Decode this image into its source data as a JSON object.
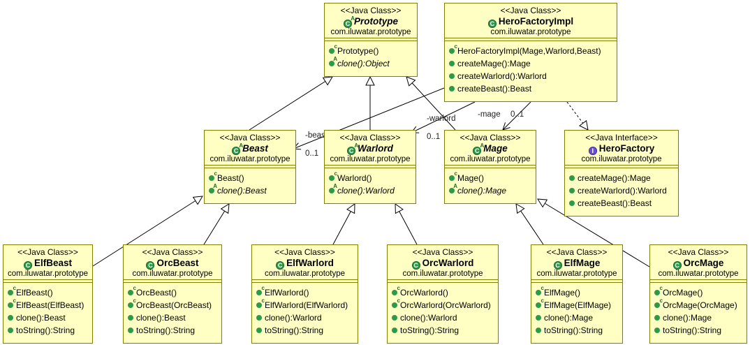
{
  "classes": {
    "prototype": {
      "stereotype": "<<Java Class>>",
      "name": "Prototype",
      "package": "com.iluwatar.prototype",
      "abstract": true,
      "icon": "class-icon",
      "members": [
        {
          "text": "Prototype()",
          "marker": "constructor-icon",
          "italic": false
        },
        {
          "text": "clone():Object",
          "marker": "abstract-method-icon",
          "italic": true
        }
      ]
    },
    "heroFactoryImpl": {
      "stereotype": "<<Java Class>>",
      "name": "HeroFactoryImpl",
      "package": "com.iluwatar.prototype",
      "abstract": false,
      "icon": "class-icon",
      "members": [
        {
          "text": "HeroFactoryImpl(Mage,Warlord,Beast)",
          "marker": "constructor-icon",
          "italic": false
        },
        {
          "text": "createMage():Mage",
          "marker": "method-icon",
          "italic": false
        },
        {
          "text": "createWarlord():Warlord",
          "marker": "method-icon",
          "italic": false
        },
        {
          "text": "createBeast():Beast",
          "marker": "method-icon",
          "italic": false
        }
      ]
    },
    "beast": {
      "stereotype": "<<Java Class>>",
      "name": "Beast",
      "package": "com.iluwatar.prototype",
      "abstract": true,
      "icon": "class-icon",
      "members": [
        {
          "text": "Beast()",
          "marker": "constructor-icon",
          "italic": false
        },
        {
          "text": "clone():Beast",
          "marker": "abstract-method-icon",
          "italic": true
        }
      ]
    },
    "warlord": {
      "stereotype": "<<Java Class>>",
      "name": "Warlord",
      "package": "com.iluwatar.prototype",
      "abstract": true,
      "icon": "class-icon",
      "members": [
        {
          "text": "Warlord()",
          "marker": "constructor-icon",
          "italic": false
        },
        {
          "text": "clone():Warlord",
          "marker": "abstract-method-icon",
          "italic": true
        }
      ]
    },
    "mage": {
      "stereotype": "<<Java Class>>",
      "name": "Mage",
      "package": "com.iluwatar.prototype",
      "abstract": true,
      "icon": "class-icon",
      "members": [
        {
          "text": "Mage()",
          "marker": "constructor-icon",
          "italic": false
        },
        {
          "text": "clone():Mage",
          "marker": "abstract-method-icon",
          "italic": true
        }
      ]
    },
    "heroFactory": {
      "stereotype": "<<Java Interface>>",
      "name": "HeroFactory",
      "package": "com.iluwatar.prototype",
      "abstract": false,
      "icon": "interface-icon",
      "members": [
        {
          "text": "createMage():Mage",
          "marker": "method-icon",
          "italic": false
        },
        {
          "text": "createWarlord():Warlord",
          "marker": "method-icon",
          "italic": false
        },
        {
          "text": "createBeast():Beast",
          "marker": "method-icon",
          "italic": false
        }
      ]
    },
    "elfBeast": {
      "stereotype": "<<Java Class>>",
      "name": "ElfBeast",
      "package": "com.iluwatar.prototype",
      "abstract": false,
      "icon": "class-icon",
      "members": [
        {
          "text": "ElfBeast()",
          "marker": "constructor-icon",
          "italic": false
        },
        {
          "text": "ElfBeast(ElfBeast)",
          "marker": "constructor-icon",
          "italic": false
        },
        {
          "text": "clone():Beast",
          "marker": "method-icon",
          "italic": false
        },
        {
          "text": "toString():String",
          "marker": "method-icon",
          "italic": false
        }
      ]
    },
    "orcBeast": {
      "stereotype": "<<Java Class>>",
      "name": "OrcBeast",
      "package": "com.iluwatar.prototype",
      "abstract": false,
      "icon": "class-icon",
      "members": [
        {
          "text": "OrcBeast()",
          "marker": "constructor-icon",
          "italic": false
        },
        {
          "text": "OrcBeast(OrcBeast)",
          "marker": "constructor-icon",
          "italic": false
        },
        {
          "text": "clone():Beast",
          "marker": "method-icon",
          "italic": false
        },
        {
          "text": "toString():String",
          "marker": "method-icon",
          "italic": false
        }
      ]
    },
    "elfWarlord": {
      "stereotype": "<<Java Class>>",
      "name": "ElfWarlord",
      "package": "com.iluwatar.prototype",
      "abstract": false,
      "icon": "class-icon",
      "members": [
        {
          "text": "ElfWarlord()",
          "marker": "constructor-icon",
          "italic": false
        },
        {
          "text": "ElfWarlord(ElfWarlord)",
          "marker": "constructor-icon",
          "italic": false
        },
        {
          "text": "clone():Warlord",
          "marker": "method-icon",
          "italic": false
        },
        {
          "text": "toString():String",
          "marker": "method-icon",
          "italic": false
        }
      ]
    },
    "orcWarlord": {
      "stereotype": "<<Java Class>>",
      "name": "OrcWarlord",
      "package": "com.iluwatar.prototype",
      "abstract": false,
      "icon": "class-icon",
      "members": [
        {
          "text": "OrcWarlord()",
          "marker": "constructor-icon",
          "italic": false
        },
        {
          "text": "OrcWarlord(OrcWarlord)",
          "marker": "constructor-icon",
          "italic": false
        },
        {
          "text": "clone():Warlord",
          "marker": "method-icon",
          "italic": false
        },
        {
          "text": "toString():String",
          "marker": "method-icon",
          "italic": false
        }
      ]
    },
    "elfMage": {
      "stereotype": "<<Java Class>>",
      "name": "ElfMage",
      "package": "com.iluwatar.prototype",
      "abstract": false,
      "icon": "class-icon",
      "members": [
        {
          "text": "ElfMage()",
          "marker": "constructor-icon",
          "italic": false
        },
        {
          "text": "ElfMage(ElfMage)",
          "marker": "constructor-icon",
          "italic": false
        },
        {
          "text": "clone():Mage",
          "marker": "method-icon",
          "italic": false
        },
        {
          "text": "toString():String",
          "marker": "method-icon",
          "italic": false
        }
      ]
    },
    "orcMage": {
      "stereotype": "<<Java Class>>",
      "name": "OrcMage",
      "package": "com.iluwatar.prototype",
      "abstract": false,
      "icon": "class-icon",
      "members": [
        {
          "text": "OrcMage()",
          "marker": "constructor-icon",
          "italic": false
        },
        {
          "text": "OrcMage(OrcMage)",
          "marker": "constructor-icon",
          "italic": false
        },
        {
          "text": "clone():Mage",
          "marker": "method-icon",
          "italic": false
        },
        {
          "text": "toString():String",
          "marker": "method-icon",
          "italic": false
        }
      ]
    }
  },
  "associations": {
    "beast": {
      "role": "-beast",
      "multiplicity": "0..1"
    },
    "warlord": {
      "role": "-warlord",
      "multiplicity": "0..1"
    },
    "mage": {
      "role": "-mage",
      "multiplicity": "0..1"
    }
  },
  "colors": {
    "class_fill": "#ffffc4",
    "class_border": "#808000",
    "edge": "#000000"
  }
}
